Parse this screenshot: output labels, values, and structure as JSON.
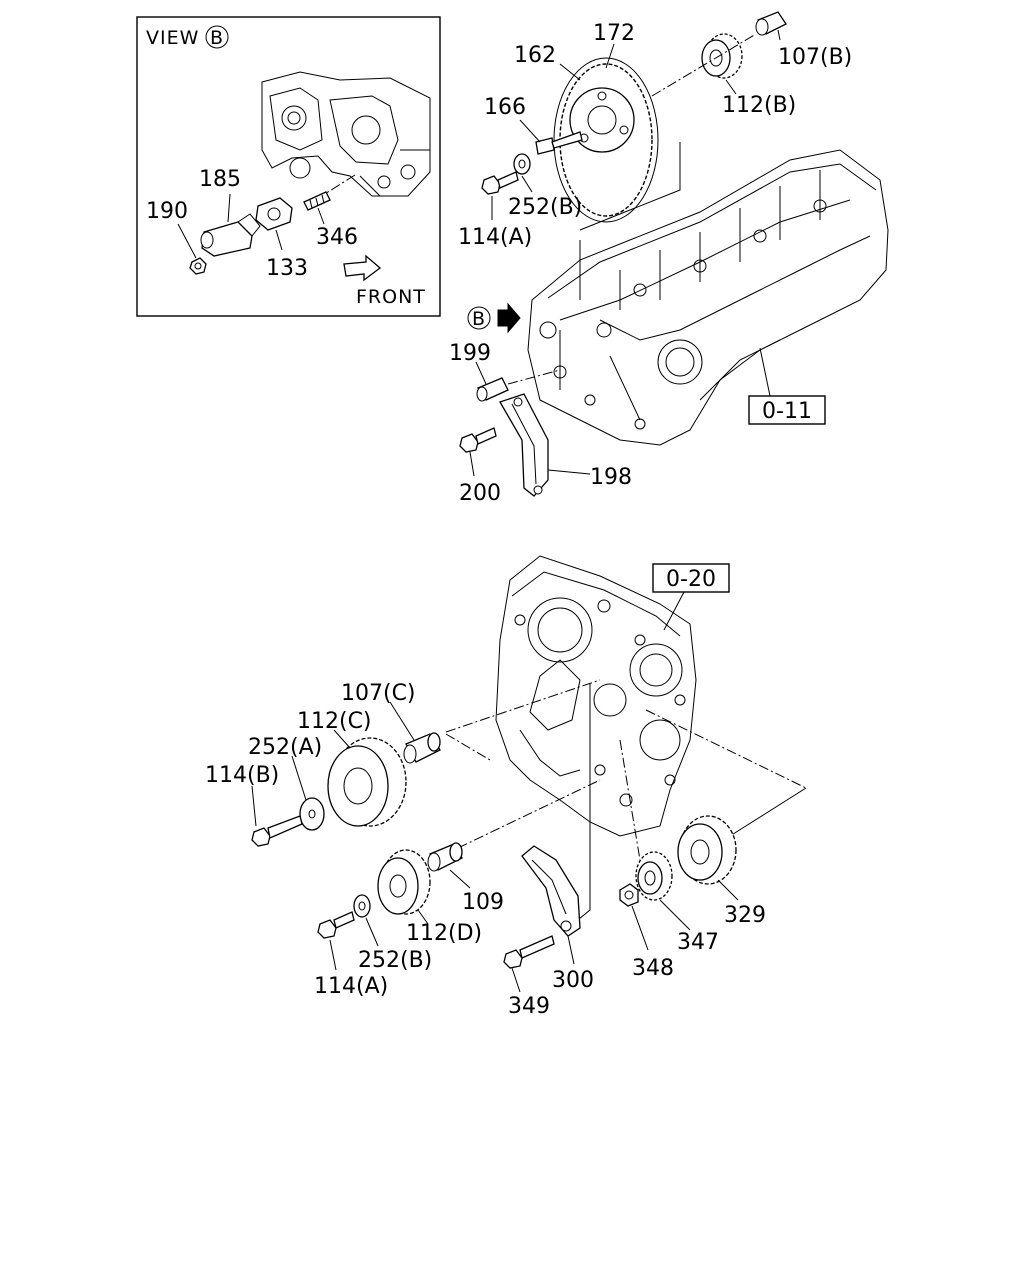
{
  "view_box": {
    "title": "VIEW",
    "ref": "B",
    "front": "FRONT"
  },
  "refs": {
    "b_marker": "B",
    "head_ref": "0-11",
    "cover_ref": "0-20"
  },
  "labels": {
    "p185": "185",
    "p190": "190",
    "p133": "133",
    "p346": "346",
    "p172": "172",
    "p162": "162",
    "p107b": "107(B)",
    "p112b": "112(B)",
    "p166": "166",
    "p252b_top": "252(B)",
    "p114a_top": "114(A)",
    "p199": "199",
    "p200": "200",
    "p198": "198",
    "p107c": "107(C)",
    "p112c": "112(C)",
    "p252a": "252(A)",
    "p114b": "114(B)",
    "p109": "109",
    "p112d": "112(D)",
    "p252b_bot": "252(B)",
    "p114a_bot": "114(A)",
    "p349": "349",
    "p300": "300",
    "p348": "348",
    "p347": "347",
    "p329": "329"
  }
}
